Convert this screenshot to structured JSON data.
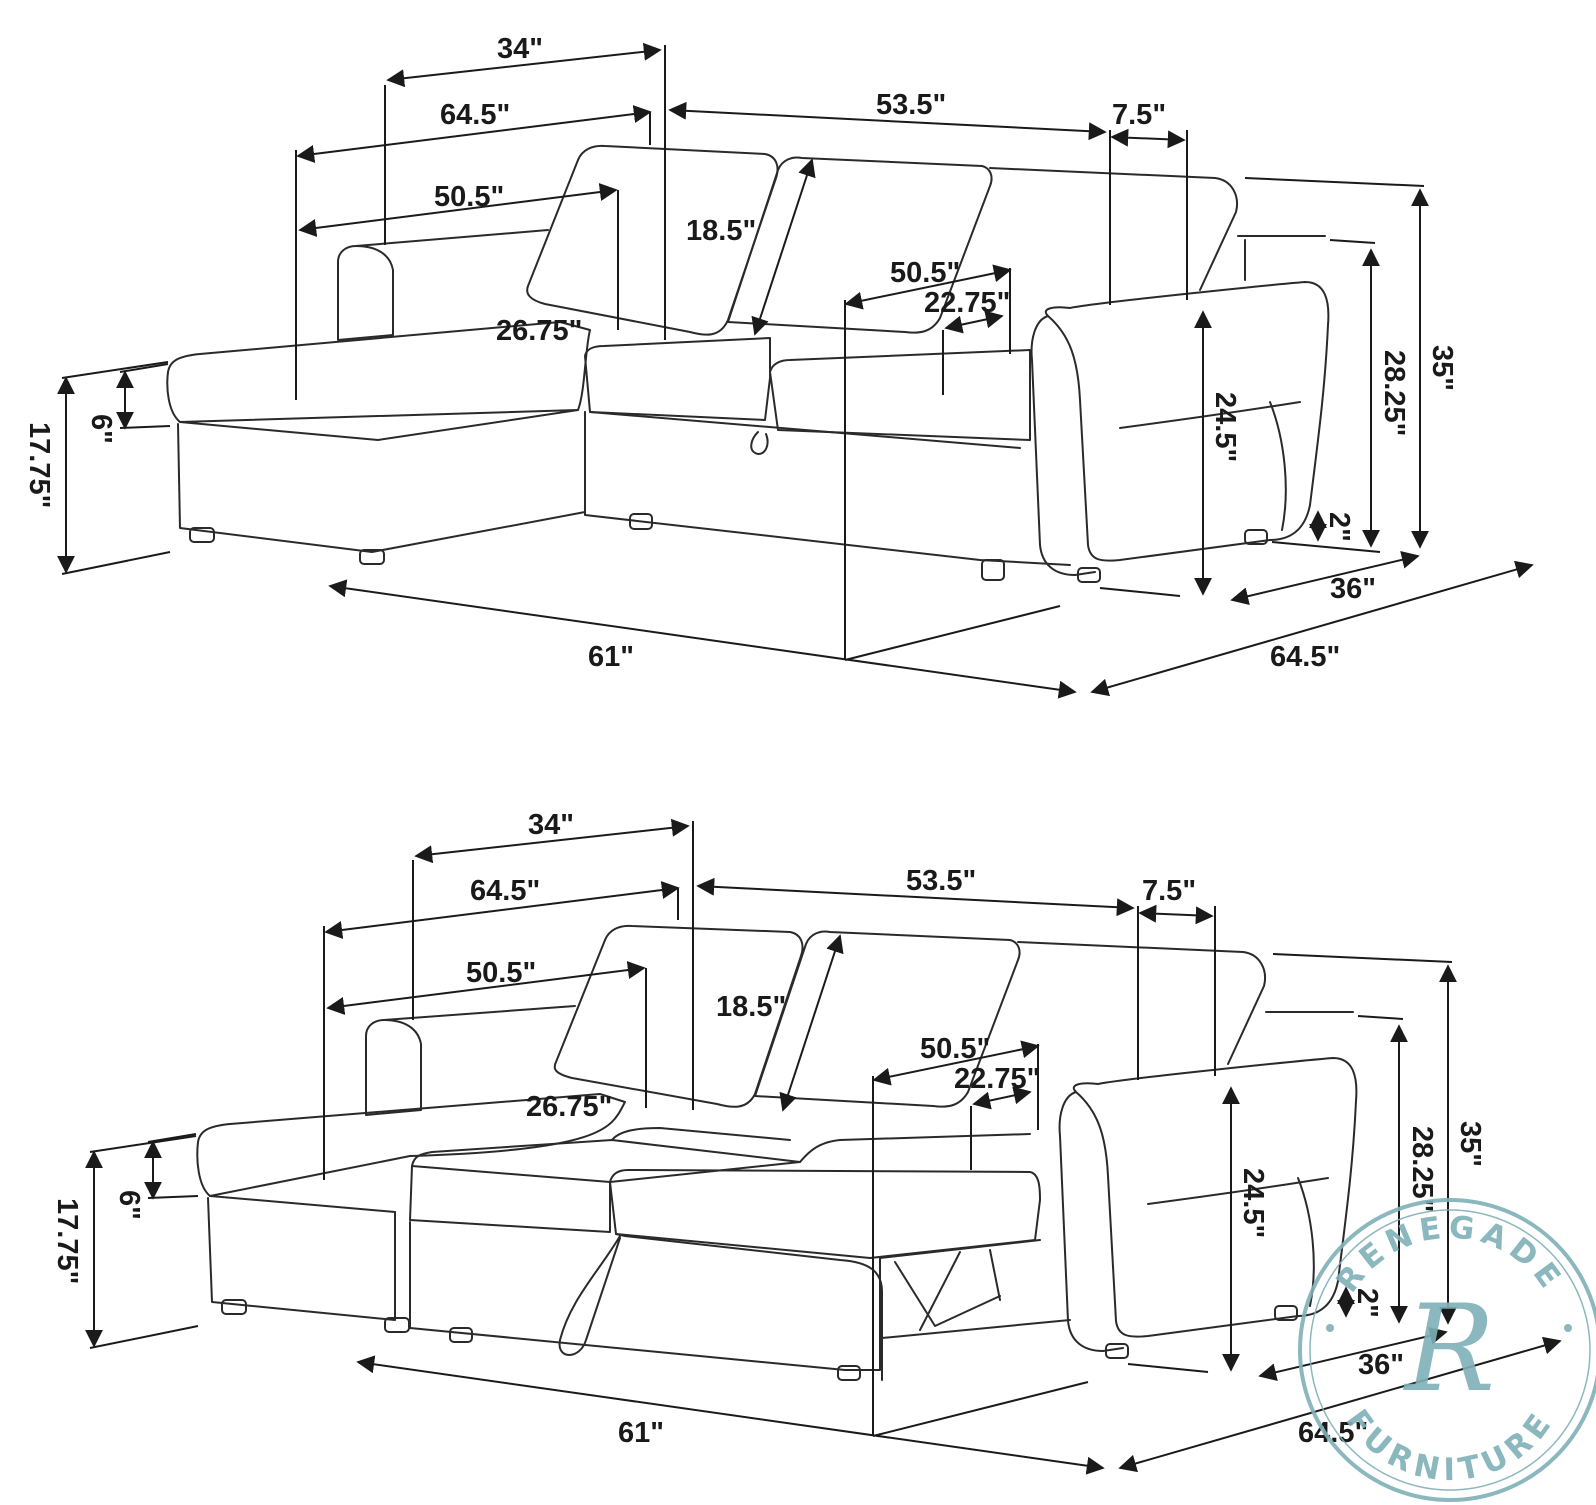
{
  "diagrams": [
    {
      "state": "sofa",
      "labels": {
        "top_width": "34\"",
        "chaise_depth": "64.5\"",
        "chaise_inner": "50.5\"",
        "back_width": "53.5\"",
        "arm_width": "7.5\"",
        "back_height": "18.5\"",
        "seat_depth_left": "26.75\"",
        "seat_depth": "50.5\"",
        "inner_depth": "22.75\"",
        "seat_thickness": "6\"",
        "seat_height": "17.75\"",
        "arm_height": "24.5\"",
        "back_height_total": "28.25\"",
        "total_height": "35\"",
        "leg_height": "2\"",
        "depth": "36\"",
        "front_width": "61\"",
        "total_width": "64.5\""
      }
    },
    {
      "state": "bed",
      "labels": {
        "top_width": "34\"",
        "chaise_depth": "64.5\"",
        "chaise_inner": "50.5\"",
        "back_width": "53.5\"",
        "arm_width": "7.5\"",
        "back_height": "18.5\"",
        "seat_depth_left": "26.75\"",
        "seat_depth": "50.5\"",
        "inner_depth": "22.75\"",
        "seat_thickness": "6\"",
        "seat_height": "17.75\"",
        "arm_height": "24.5\"",
        "back_height_total": "28.25\"",
        "total_height": "35\"",
        "leg_height": "2\"",
        "depth": "36\"",
        "front_width": "61\"",
        "total_width": "64.5\""
      }
    }
  ],
  "watermark": {
    "brand_top": "RENEGADE",
    "brand_bottom": "FURNITURE",
    "monogram": "R",
    "color": "#7fb0b8"
  }
}
